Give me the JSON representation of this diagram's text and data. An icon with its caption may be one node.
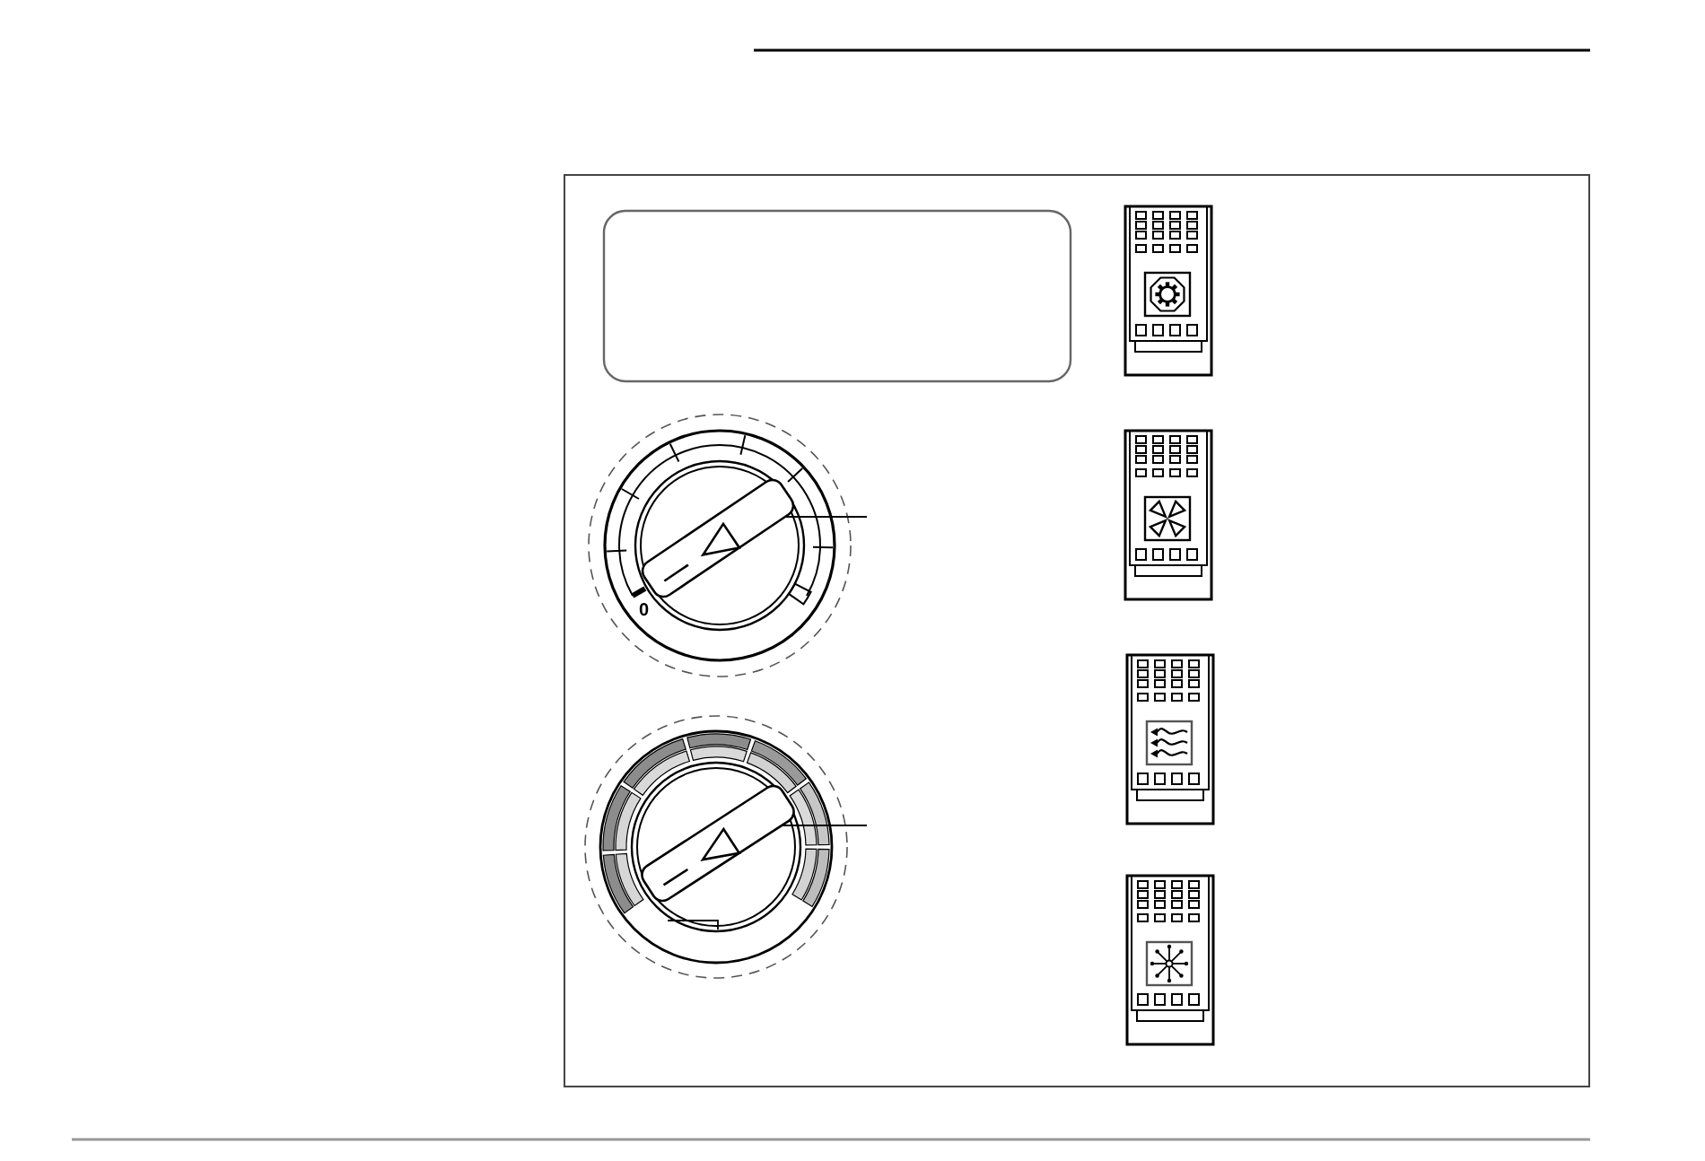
{
  "diagram": {
    "nodes": [
      {
        "text": [],
        "shape": "picture"
      },
      {
        "text": [],
        "shape": "picture"
      }
    ],
    "edges": [
      {
        "from": null,
        "to": 0,
        "arrow": "none"
      },
      {
        "from": null,
        "to": 1,
        "arrow": "none"
      }
    ],
    "labels": [
      "0"
    ]
  }
}
